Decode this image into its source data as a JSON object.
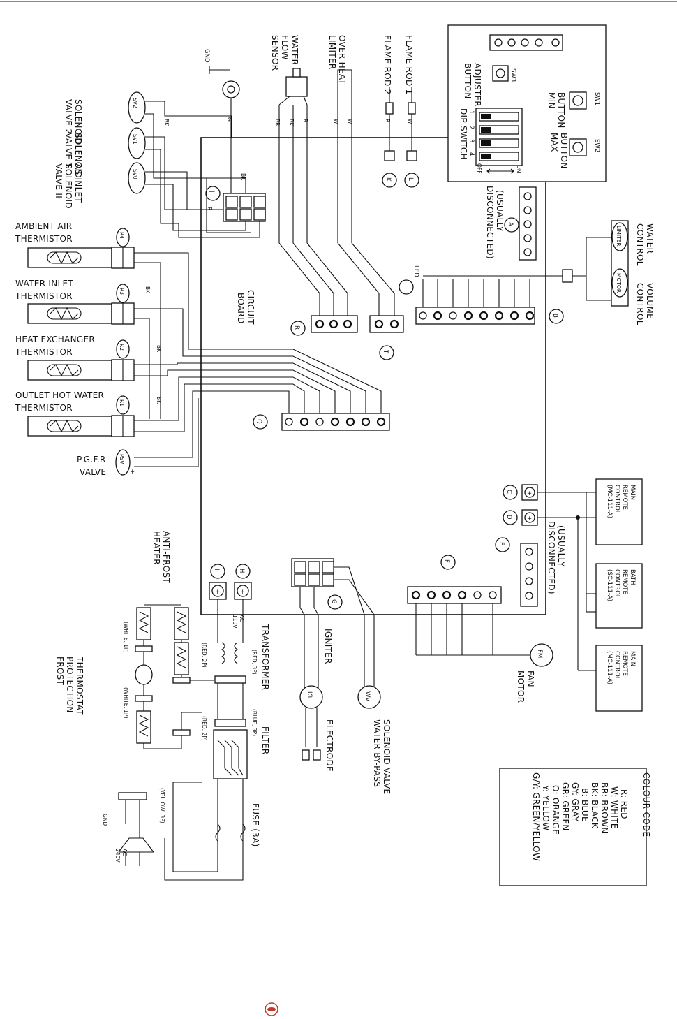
{
  "labels": {
    "gnd_top": "GND",
    "water_flow_sensor": [
      "WATER",
      "FLOW",
      "SENSOR"
    ],
    "over_heat_limiter": [
      "OVER HEAT",
      "LIMITER"
    ],
    "flame_rod_2": "FLAME ROD 2",
    "flame_rod_1": "FLAME ROD 1",
    "sw3": "SW3",
    "adjuster_button": [
      "ADJUSTER",
      "BUTTON"
    ],
    "sw1": "SW1",
    "min_button": [
      "MIN",
      "BUTTON"
    ],
    "max_button": [
      "MAX",
      "BUTTON"
    ],
    "sw2": "SW2",
    "dip_switch": "DIP SWITCH",
    "dip_numbers": [
      "1",
      "2",
      "3",
      "4"
    ],
    "dip_off": "OFF",
    "dip_on": "ON",
    "solenoid_valve_2": [
      "SOLENOID",
      "VALVE 2"
    ],
    "solenoid_valve_1": [
      "SOLENOID",
      "VALVE 1"
    ],
    "as_inlet_solenoid": [
      "AS INLET",
      "SOLENOID",
      "VALVE II"
    ],
    "sv2": "SV2",
    "sv1": "SV1",
    "sv0": "SV0",
    "ambient_air": [
      "AMBIENT AIR",
      "THERMISTOR"
    ],
    "water_inlet": [
      "WATER INLET",
      "THERMISTOR"
    ],
    "heat_exchanger": [
      "HEAT EXCHANGER",
      "THERMISTOR"
    ],
    "outlet_hot_water": [
      "OUTLET HOT WATER",
      "THERMISTOR"
    ],
    "r4": "R4",
    "r3": "R3",
    "r2": "R2",
    "r1": "R1",
    "pgfr_valve": [
      "P.G.F.R",
      "VALVE"
    ],
    "psv": "PSV",
    "circuit_board": [
      "CIRCUIT",
      "BOARD"
    ],
    "usually_disconnected": [
      "(USUALLY",
      "DISCONNECTED)"
    ],
    "water_control": [
      "WATER",
      "CONTROL"
    ],
    "volume_control": [
      "VOLUME",
      "CONTROL"
    ],
    "limiter": "LIMITER",
    "motor": "MOTOR",
    "led": "LED",
    "main_remote_1": [
      "MAIN",
      "REMOTE",
      "CONTROL",
      "(MC-111-A)"
    ],
    "bath_remote": [
      "BATH",
      "REMOTE",
      "CONTROL",
      "(SC-111-A)"
    ],
    "main_remote_2": [
      "MAIN",
      "REMOTE",
      "CONTROL",
      "(MC-111-A)"
    ],
    "anti_frost_heater": [
      "ANTI-FROST",
      "HEATER"
    ],
    "frost_thermostat": [
      "FROST",
      "PROTECTION",
      "THERMOSTAT"
    ],
    "transformer": "TRANSFORMER",
    "filter": "FILTER",
    "igniter": "IGNITER",
    "electrode": "ELECTRODE",
    "ig": "IG",
    "water_bypass": [
      "WATER BY-PASS",
      "SOLENOID VALVE"
    ],
    "wv": "WV",
    "fan_motor": [
      "FAN",
      "MOTOR"
    ],
    "fm": "FM",
    "fuse": "FUSE (3A)",
    "yellow_3p": "(YELLOW, 3P)",
    "white_1p_a": "(WHITE, 1P)",
    "white_1p_b": "(WHITE, 1P)",
    "red_2p_a": "(RED, 2P)",
    "red_3p": "(RED, 3P)",
    "blue_3p": "(BLUE, 3P)",
    "red_2p_b": "(RED, 2P)",
    "ac_110v": [
      "AC",
      "110V"
    ],
    "ac_240v": [
      "AC",
      "240V"
    ],
    "gnd_bottom": "GND"
  },
  "connectors": {
    "A": "A",
    "B": "B",
    "C": "C",
    "D": "D",
    "E": "E",
    "F": "F",
    "G": "G",
    "H": "H",
    "I": "I",
    "J": "J",
    "K": "K",
    "L": "L",
    "Q": "Q",
    "R": "R",
    "T": "T"
  },
  "colour_code": {
    "title": "COLOUR CODE",
    "entries": [
      "R: RED",
      "W: WHITE",
      "BR: BROWN",
      "BK: BLACK",
      "B: BLUE",
      "GY: GRAY",
      "GR: GREEN",
      "O: ORANGE",
      "Y: YELLOW",
      "G/Y: GREEN/YELLOW"
    ]
  },
  "colors": {
    "ink": "#111111",
    "paper": "#ffffff",
    "logo": "#c0392b"
  }
}
